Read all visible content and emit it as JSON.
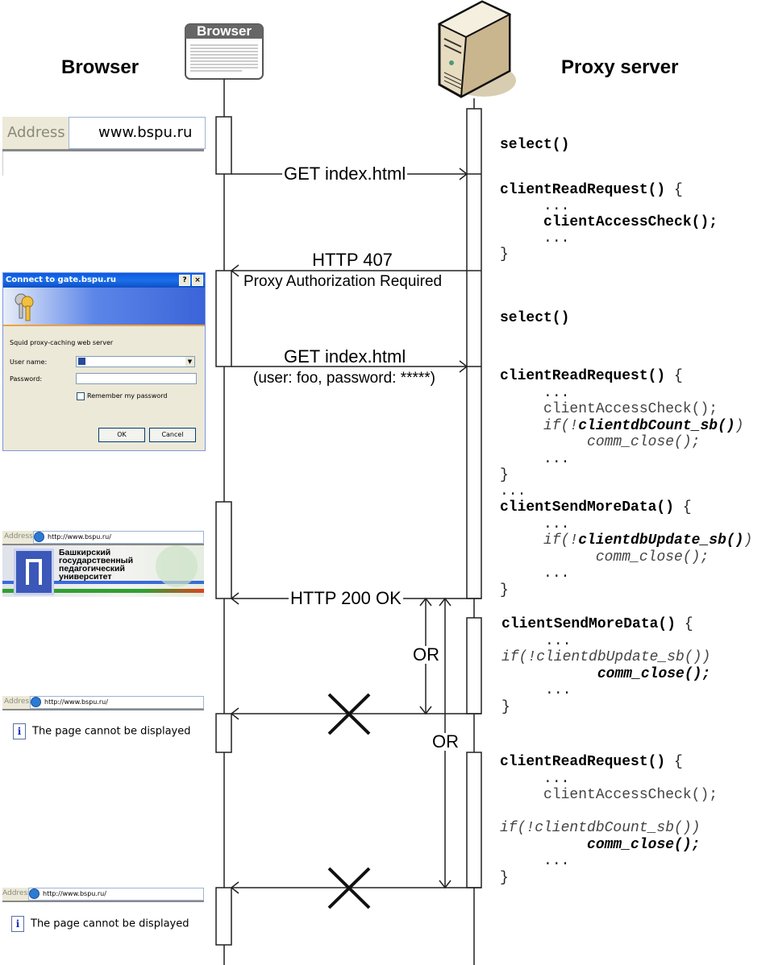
{
  "headers": {
    "browser": "Browser",
    "server": "Proxy server",
    "browser_note_title": "Browser"
  },
  "snippets": {
    "address1": {
      "label": "Address",
      "url": "www.bspu.ru"
    },
    "dialog": {
      "title": "Connect to gate.bspu.ru",
      "help_btn": "?",
      "close_btn": "×",
      "realm": "Squid proxy-caching web server",
      "user_label": "User name:",
      "password_label": "Password:",
      "user_value": "",
      "password_value": "",
      "remember_label": "Remember my password",
      "remember_checked": false,
      "ok_label": "OK",
      "cancel_label": "Cancel"
    },
    "address2": {
      "label": "Address",
      "url": "http://www.bspu.ru/"
    },
    "logo_lines": [
      "Башкирский",
      "государственный",
      "педагогический",
      "университет"
    ],
    "address3": {
      "label": "Address",
      "url": "http://www.bspu.ru/"
    },
    "error1": "The page cannot be displayed",
    "address4": {
      "label": "Address",
      "url": "http://www.bspu.ru/"
    },
    "error2": "The page cannot be displayed"
  },
  "messages": {
    "get1": "GET index.html",
    "http407_line1": "HTTP 407",
    "http407_line2": "Proxy Authorization Required",
    "get2_line1": "GET index.html",
    "get2_line2": "(user: foo, password: *****)",
    "http200": "HTTP 200 OK",
    "or1": "OR",
    "or2": "OR"
  },
  "code": {
    "select1": "select()",
    "block1": {
      "fn": "clientReadRequest()",
      "brace_open": " {",
      "dots1": "...",
      "call": "clientAccessCheck();",
      "dots2": "...",
      "brace_close": "}"
    },
    "select2": "select()",
    "block2": {
      "fn": "clientReadRequest()",
      "brace_open": " {",
      "dots1": "...",
      "call": "clientAccessCheck();",
      "if_prefix": "if(!",
      "if_fn": "clientdbCount_sb()",
      "if_suffix": ")",
      "close": "comm_close();",
      "dots2": "...",
      "brace_close": "}"
    },
    "between_dots": "...",
    "block3": {
      "fn": "clientSendMoreData()",
      "brace_open": " {",
      "dots1": "...",
      "if_prefix": "if(!",
      "if_fn": "clientdbUpdate_sb()",
      "if_suffix": ")",
      "close": "comm_close();",
      "dots2": "...",
      "brace_close": "}"
    },
    "block4": {
      "fn": "clientSendMoreData()",
      "brace_open": " {",
      "dots1": "...",
      "if_line": "if(!clientdbUpdate_sb())",
      "close": "comm_close();",
      "dots2": "...",
      "brace_close": "}"
    },
    "block5": {
      "fn": "clientReadRequest()",
      "brace_open": " {",
      "dots1": "...",
      "call": "clientAccessCheck();",
      "if_line": "if(!clientdbCount_sb())",
      "close": "comm_close();",
      "dots2": "...",
      "brace_close": "}"
    }
  }
}
